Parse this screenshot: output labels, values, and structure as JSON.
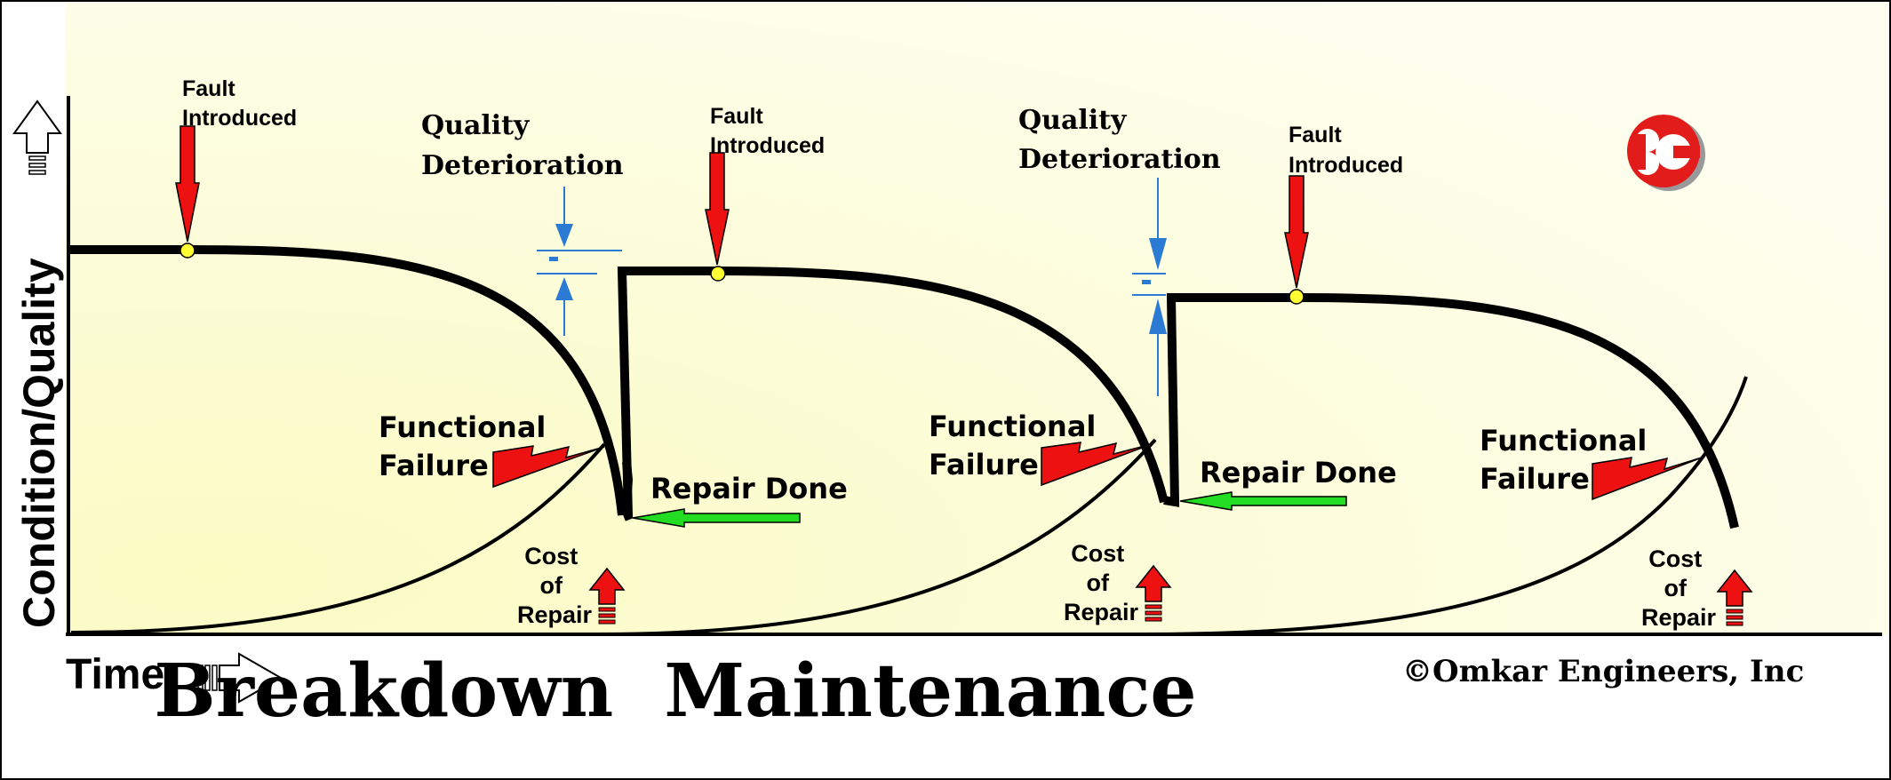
{
  "title": "Breakdown  Maintenance",
  "copyright": "©Omkar Engineers, Inc",
  "axes": {
    "y_label": "Condition/Quality",
    "x_label": "Time"
  },
  "logo": {
    "name": "omkar-3c-logo",
    "text": "3C"
  },
  "colors": {
    "background_edge": "#fbfbc4",
    "background_fill": "#fefef0",
    "curve": "#000000",
    "fault_arrow": "#ee1111",
    "fault_marker": "#ffff33",
    "repair_arrow": "#22dd22",
    "quality_arrow": "#2b7bd4",
    "logo_red": "#e21b1b"
  },
  "annotations": {
    "fault": [
      "Fault",
      "Introduced"
    ],
    "quality": [
      "Quality",
      "Deterioration"
    ],
    "functional": [
      "Functional",
      "Failure"
    ],
    "repair": "Repair Done",
    "cost": [
      "Cost",
      "of",
      "Repair"
    ]
  }
}
